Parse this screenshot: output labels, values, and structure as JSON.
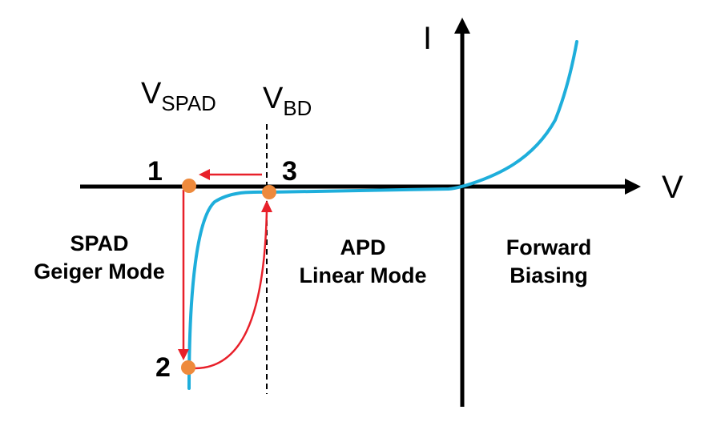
{
  "axes": {
    "x_label": "V",
    "y_label": "I"
  },
  "voltage_labels": {
    "spad": {
      "main": "V",
      "sub": "SPAD"
    },
    "bd": {
      "main": "V",
      "sub": "BD"
    }
  },
  "points": {
    "p1": "1",
    "p2": "2",
    "p3": "3"
  },
  "regions": {
    "spad": {
      "line1": "SPAD",
      "line2": "Geiger Mode"
    },
    "apd": {
      "line1": "APD",
      "line2": "Linear Mode"
    },
    "forward": {
      "line1": "Forward",
      "line2": "Biasing"
    }
  },
  "colors": {
    "curve": "#1EAEDB",
    "arrows": "#E8202A",
    "points": "#EE8A3C",
    "axes": "#000000"
  }
}
